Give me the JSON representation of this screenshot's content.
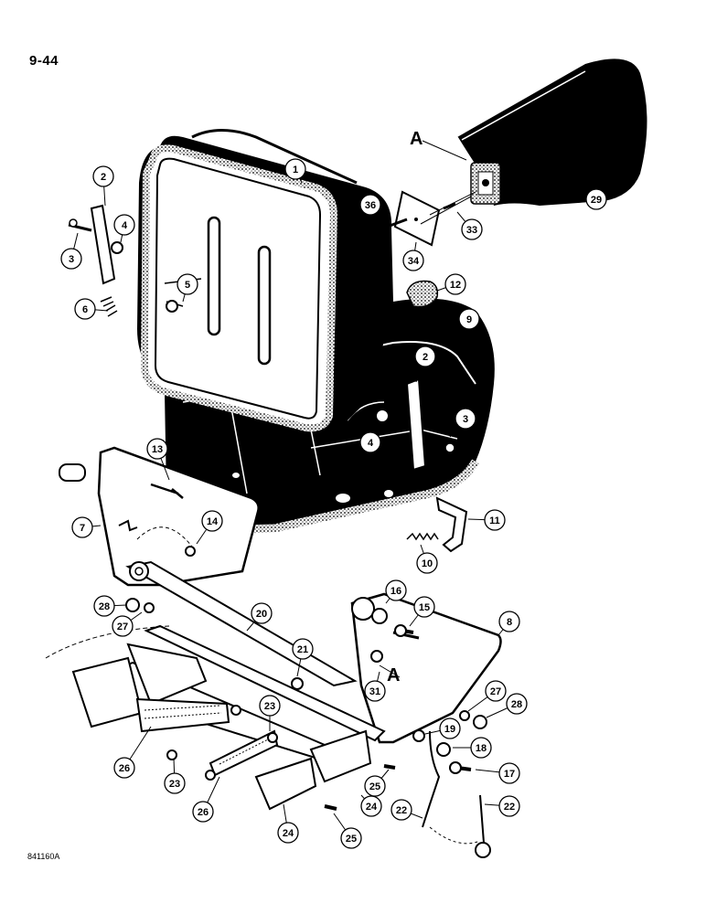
{
  "page": {
    "number": "9-44",
    "drawing_code": "841160A"
  },
  "reference_letters": [
    "A",
    "A"
  ],
  "callouts": [
    "1",
    "2",
    "3",
    "4",
    "5",
    "6",
    "9",
    "2",
    "4",
    "3",
    "36",
    "34",
    "33",
    "29",
    "12",
    "13",
    "7",
    "14",
    "11",
    "10",
    "16",
    "15",
    "8",
    "28",
    "27",
    "20",
    "21",
    "31",
    "27",
    "28",
    "19",
    "18",
    "17",
    "23",
    "23",
    "26",
    "26",
    "25",
    "24",
    "24",
    "25",
    "22",
    "22"
  ]
}
